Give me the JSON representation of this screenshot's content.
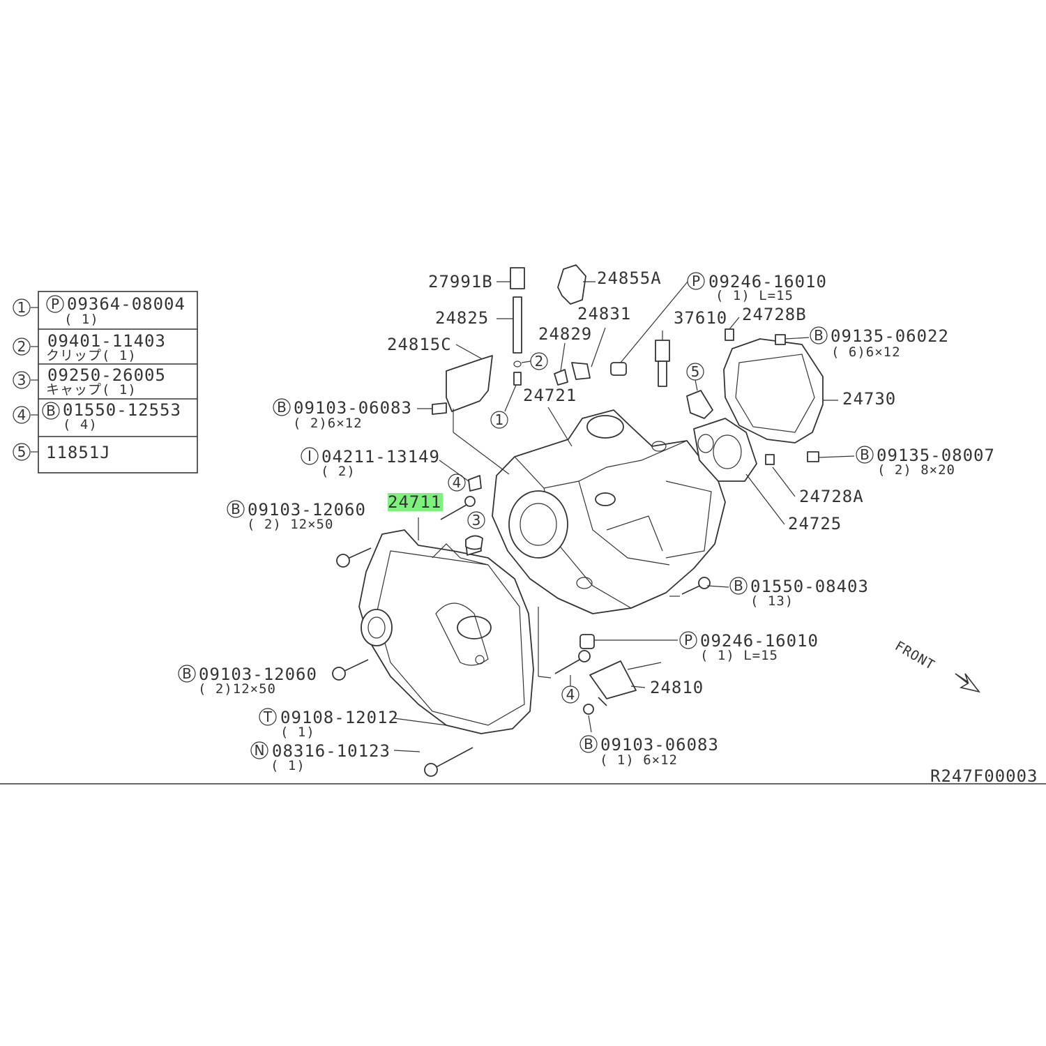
{
  "legend": [
    {
      "num": "1",
      "prefix": "P",
      "code": "09364-08004",
      "sub": "( 1)"
    },
    {
      "num": "2",
      "prefix": "",
      "code": "09401-11403",
      "sub": "クリップ( 1)"
    },
    {
      "num": "3",
      "prefix": "",
      "code": "09250-26005",
      "sub": "キャップ( 1)"
    },
    {
      "num": "4",
      "prefix": "B",
      "code": "01550-12553",
      "sub": "( 4)"
    },
    {
      "num": "5",
      "prefix": "",
      "code": "11851J",
      "sub": ""
    }
  ],
  "parts": {
    "p27991B": "27991B",
    "p24855A": "24855A",
    "p09246a": {
      "prefix": "P",
      "code": "09246-16010",
      "sub": "( 1) L=15"
    },
    "p24825": "24825",
    "p24831": "24831",
    "p37610": "37610",
    "p24728B": "24728B",
    "p24829": "24829",
    "p24815C": "24815C",
    "p09135a": {
      "prefix": "B",
      "code": "09135-06022",
      "sub": "( 6)6×12"
    },
    "p24721": "24721",
    "p24730": "24730",
    "p09103a": {
      "prefix": "B",
      "code": "09103-06083",
      "sub": "( 2)6×12"
    },
    "p04211": {
      "prefix": "I",
      "code": "04211-13149",
      "sub": "( 2)"
    },
    "p09135b": {
      "prefix": "B",
      "code": "09135-08007",
      "sub": "( 2) 8×20"
    },
    "p24711": "24711",
    "p24728A": "24728A",
    "p09103b": {
      "prefix": "B",
      "code": "09103-12060",
      "sub": "( 2) 12×50"
    },
    "p24725": "24725",
    "p01550": {
      "prefix": "B",
      "code": "01550-08403",
      "sub": "( 13)"
    },
    "p09246b": {
      "prefix": "P",
      "code": "09246-16010",
      "sub": "( 1) L=15"
    },
    "p09103c": {
      "prefix": "B",
      "code": "09103-12060",
      "sub": "( 2)12×50"
    },
    "p24810": "24810",
    "p09108": {
      "prefix": "T",
      "code": "09108-12012",
      "sub": "( 1)"
    },
    "p09103d": {
      "prefix": "B",
      "code": "09103-06083",
      "sub": "( 1) 6×12"
    },
    "p08316": {
      "prefix": "N",
      "code": "08316-10123",
      "sub": "( 1)"
    }
  },
  "callouts": {
    "c2": "2",
    "c1": "1",
    "c5": "5",
    "c4a": "4",
    "c3": "3",
    "c4b": "4"
  },
  "front_label": "FRONT",
  "diagram_code": "R247F00003",
  "highlight_color": "#7ef07e"
}
